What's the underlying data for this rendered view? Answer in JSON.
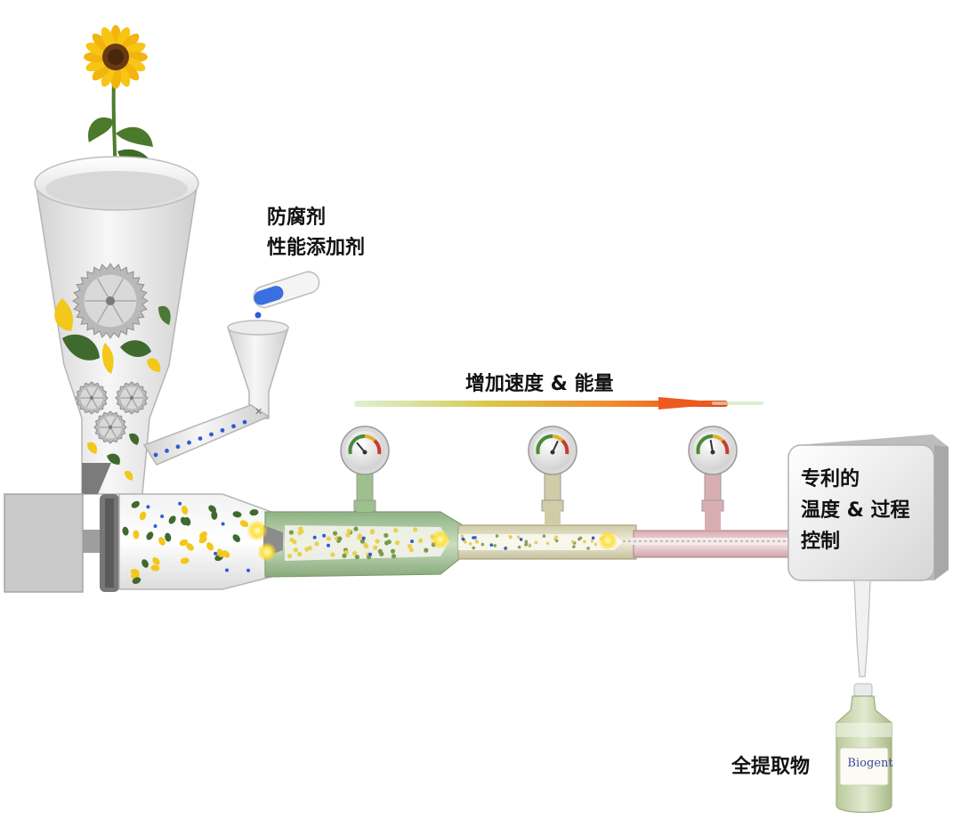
{
  "labels": {
    "additives": [
      "防腐剂",
      "性能添加剂"
    ],
    "speed_energy": "增加速度 & 能量",
    "process_control": [
      "专利的",
      "温度 & 过程",
      "控制"
    ],
    "extract": "全提取物"
  },
  "bottle_brand": "Biogent",
  "colors": {
    "hopper": "#e6e6e6",
    "stage1": "#a9c79c",
    "stage2": "#ddd9bd",
    "stage3": "#e3c4c8",
    "gauge_green": "#4a8a3a",
    "gauge_red": "#c83a2a",
    "additive_blue": "#2f5bd6",
    "petal_yellow": "#f2c81a",
    "leaf_green": "#3f6a2e"
  }
}
